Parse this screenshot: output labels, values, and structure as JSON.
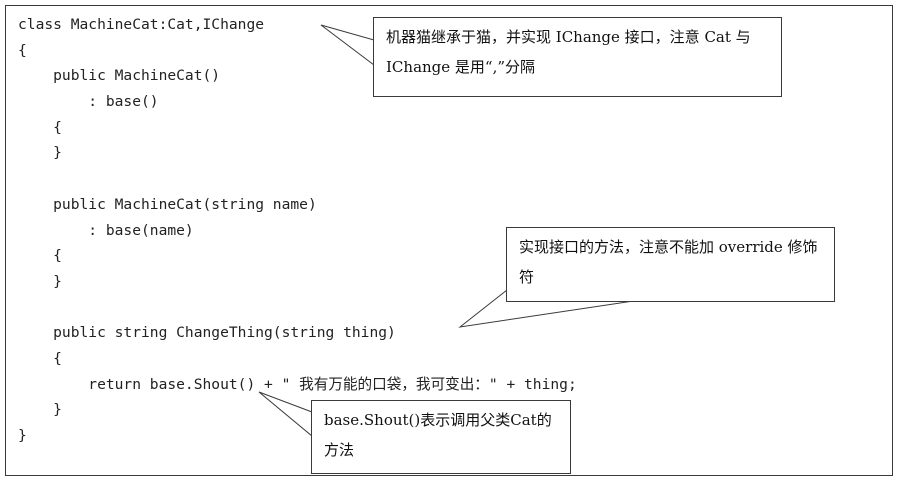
{
  "code_lines": [
    "class MachineCat:Cat,IChange",
    "{",
    "    public MachineCat()",
    "        : base()",
    "    {",
    "    }",
    "",
    "    public MachineCat(string name)",
    "        : base(name)",
    "    {",
    "    }",
    "",
    "    public string ChangeThing(string thing)",
    "    {",
    "        return base.Shout() + \" 我有万能的口袋，我可变出：\" + thing;",
    "    }",
    "}"
  ],
  "callouts": {
    "inheritance_note": "机器猫继承于猫，并实现 IChange 接口，注意 Cat 与 IChange 是用“,”分隔",
    "interface_method_note": "实现接口的方法，注意不能加 override 修饰符",
    "base_call_note": "base.Shout()表示调用父类Cat的方法"
  }
}
